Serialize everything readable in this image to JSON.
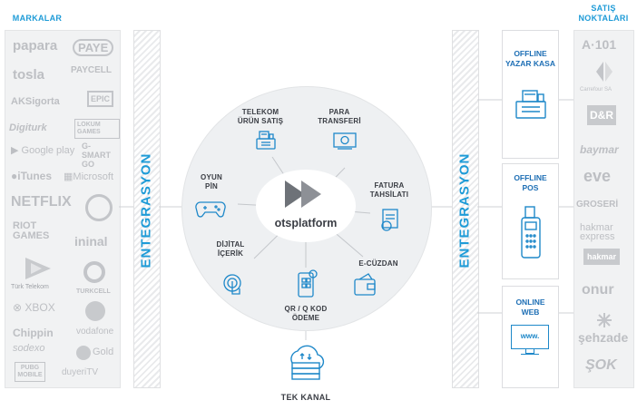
{
  "brands_header": "MARKALAR",
  "points_header": "SATIŞ NOKTALARI",
  "integration_left": "ENTEGRASYON",
  "integration_right": "ENTEGRASYON",
  "bottom_label": "TEK KANAL",
  "center_logo": "otsplatform",
  "brands": [
    "papara",
    "PAYE",
    "tosla",
    "PAYCELL",
    "AKSigorta",
    "EPIC",
    "Digiturk",
    "LOKUM GAMES",
    "Google play",
    "G-SMART GO",
    "iTunes",
    "Microsoft",
    "NETFLIX",
    "RIOT GAMES",
    "ininal",
    "Türk Telekom",
    "TURKCELL",
    "XBOX",
    "vodafone",
    "Chippin",
    "sodexo",
    "Gold",
    "PUBG MOBILE",
    "duyeriTV"
  ],
  "services": {
    "telekom": "TELEKOM\nÜRÜN SATIŞ",
    "para": "PARA\nTRANSFERİ",
    "fatura": "FATURA\nTAHSİLATI",
    "ecuzdan": "E-CÜZDAN",
    "qr": "QR / Q KOD\nÖDEME",
    "dijital": "DİJİTAL\nİÇERİK",
    "oyun": "OYUN\nPİN"
  },
  "channels": {
    "offline_kasa": "OFFLINE\nYAZAR KASA",
    "offline_pos": "OFFLINE\nPOS",
    "online_web": "ONLINE\nWEB",
    "web_screen": "www."
  },
  "points": [
    "A·101",
    "Carrefour SA",
    "D&R",
    "baymar",
    "eve",
    "GROSERİ",
    "hakmar express",
    "hakmar",
    "onur",
    "şehzade",
    "ŞOK"
  ],
  "colors": {
    "accent": "#1e9bd7",
    "icon": "#1e88c9",
    "panel": "#f1f2f3"
  }
}
